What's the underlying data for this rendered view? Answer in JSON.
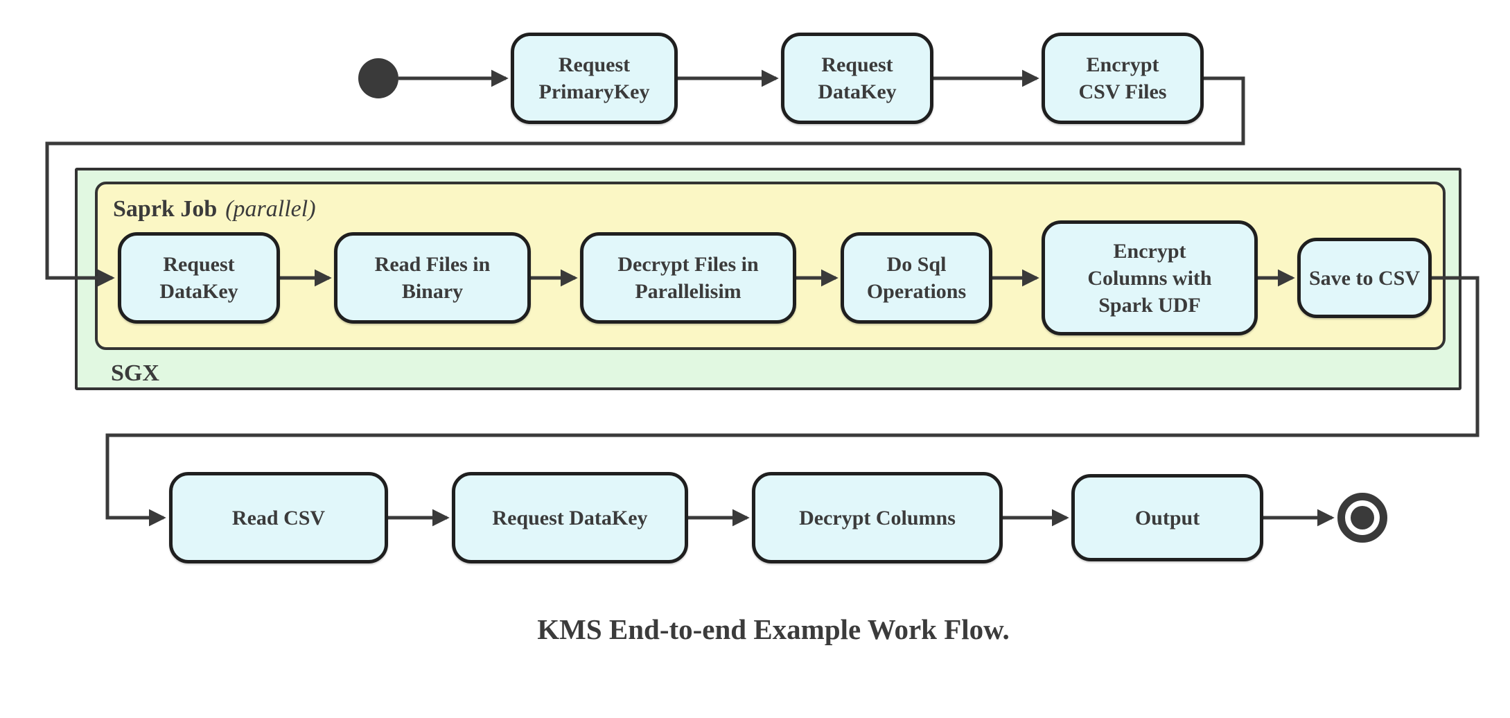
{
  "title": "KMS End-to-end Example Work Flow.",
  "colors": {
    "node_fill": "#e1f7fa",
    "node_border": "#1f1f1f",
    "spark_fill": "#fbf7c5",
    "sgx_fill": "#e1f8e1",
    "container_border": "#333333",
    "line_color": "#3a3a3a",
    "text_color": "#3b3b3b"
  },
  "containers": {
    "sgx": {
      "label": "SGX"
    },
    "spark_job": {
      "label": "Saprk Job",
      "qualifier": "(parallel)"
    }
  },
  "top_row": [
    {
      "label": "Request\nPrimaryKey"
    },
    {
      "label": "Request\nDataKey"
    },
    {
      "label": "Encrypt\nCSV Files"
    }
  ],
  "spark_row": [
    {
      "label": "Request\nDataKey"
    },
    {
      "label": "Read Files in\nBinary"
    },
    {
      "label": "Decrypt Files in\nParallelisim"
    },
    {
      "label": "Do Sql\nOperations"
    },
    {
      "label": "Encrypt\nColumns with\nSpark UDF"
    },
    {
      "label": "Save to CSV"
    }
  ],
  "bottom_row": [
    {
      "label": "Read CSV"
    },
    {
      "label": "Request DataKey"
    },
    {
      "label": "Decrypt Columns"
    },
    {
      "label": "Output"
    }
  ]
}
